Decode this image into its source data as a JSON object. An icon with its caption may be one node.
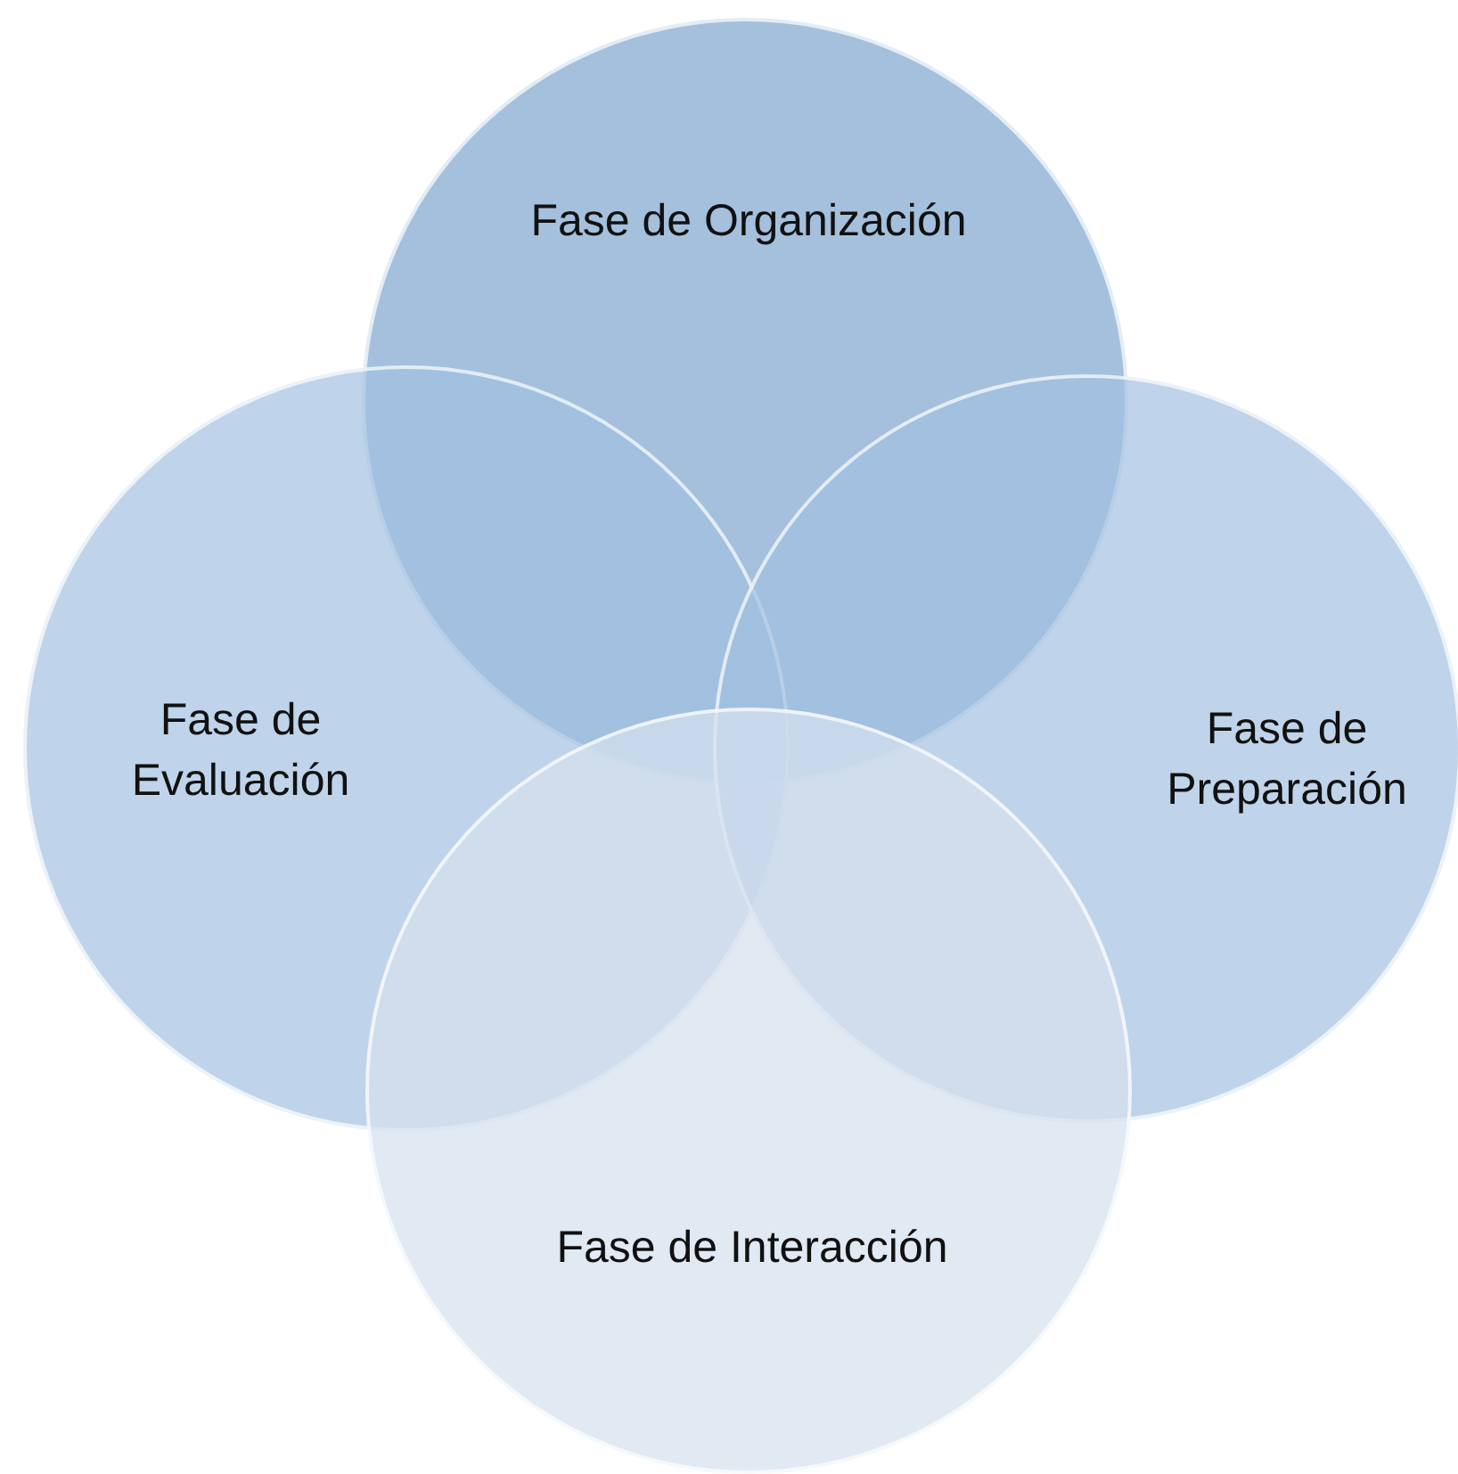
{
  "diagram": {
    "nodes": [
      {
        "text": [
          "Fase de Organización"
        ]
      },
      {
        "text": [
          "Fase de Evaluación"
        ]
      },
      {
        "text": [
          "Fase de Preparación"
        ]
      },
      {
        "text": [
          "Fase de Interacción"
        ]
      }
    ]
  }
}
